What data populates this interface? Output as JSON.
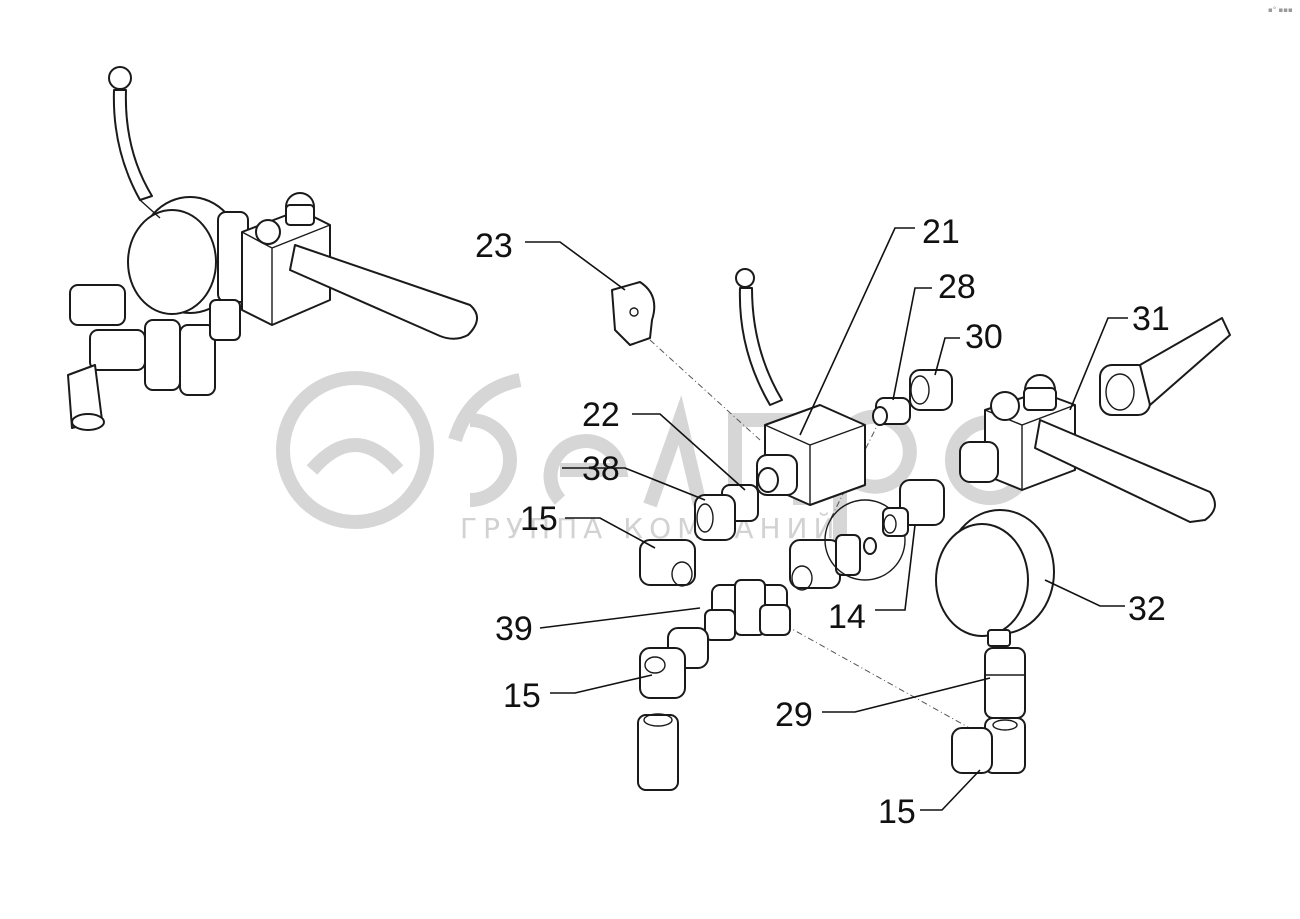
{
  "watermark": {
    "brand": "белагро",
    "subtitle": "ГРУППА КОМПАНИЙ"
  },
  "corner_mark": "▪° ▪▪▪",
  "callouts": [
    {
      "id": "c23",
      "label": "23"
    },
    {
      "id": "c21",
      "label": "21"
    },
    {
      "id": "c28",
      "label": "28"
    },
    {
      "id": "c30",
      "label": "30"
    },
    {
      "id": "c31",
      "label": "31"
    },
    {
      "id": "c22",
      "label": "22"
    },
    {
      "id": "c38",
      "label": "38"
    },
    {
      "id": "c15a",
      "label": "15"
    },
    {
      "id": "c39",
      "label": "39"
    },
    {
      "id": "c14",
      "label": "14"
    },
    {
      "id": "c32",
      "label": "32"
    },
    {
      "id": "c15b",
      "label": "15"
    },
    {
      "id": "c29",
      "label": "29"
    },
    {
      "id": "c15c",
      "label": "15"
    }
  ]
}
